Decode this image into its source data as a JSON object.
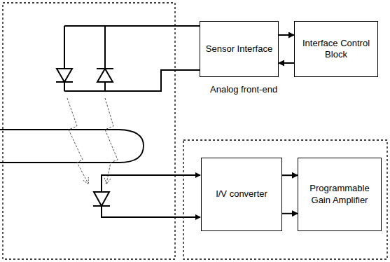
{
  "diagram": {
    "nodes": [
      {
        "text": [
          "Sensor Interface"
        ]
      },
      {
        "text": [
          "Interface Control Block"
        ]
      },
      {
        "text": [
          "I/V converter"
        ]
      },
      {
        "text": [
          "Programmable Gain Amplifier"
        ]
      }
    ],
    "edges": [
      {
        "from": 0,
        "to": 1,
        "arrow": "to"
      },
      {
        "from": 1,
        "to": 0,
        "arrow": "to"
      },
      {
        "from": 2,
        "to": 3,
        "arrow": "to"
      },
      {
        "from": 2,
        "to": 3,
        "arrow": "to"
      }
    ],
    "labels": [
      "Analog front-end"
    ]
  }
}
